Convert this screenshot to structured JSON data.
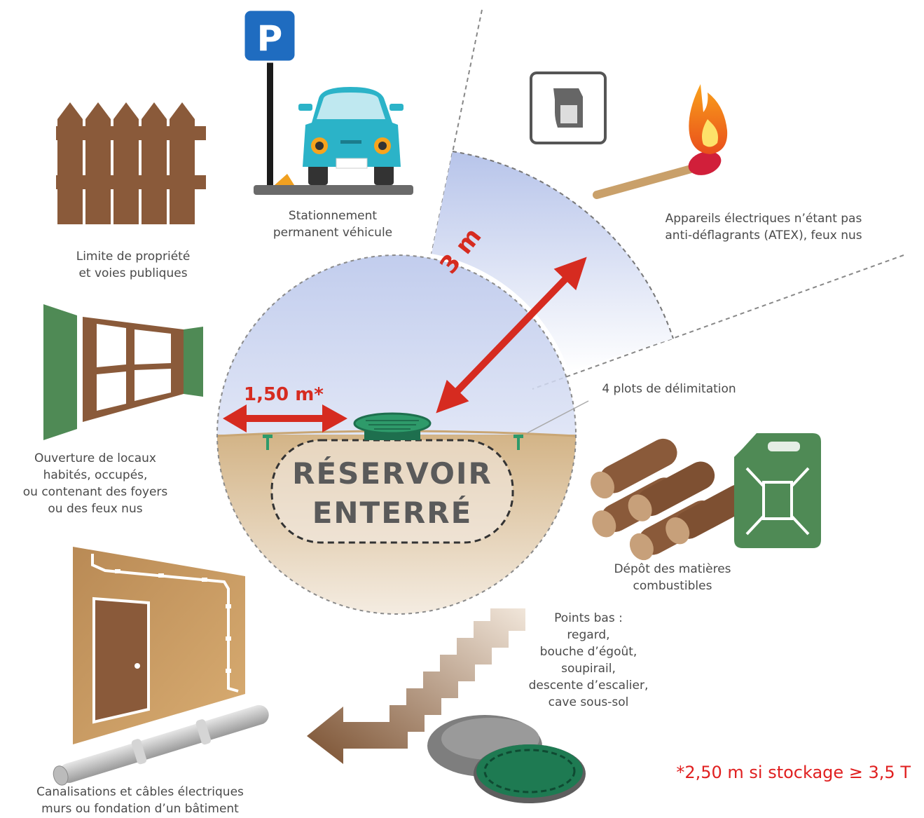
{
  "center": {
    "tank_line1": "RÉSERVOIR",
    "tank_line2": "ENTERRÉ"
  },
  "distances": {
    "small": "1,50 m*",
    "large": "3 m"
  },
  "labels": {
    "parking": [
      "Stationnement",
      "permanent véhicule"
    ],
    "property": [
      "Limite de propriété",
      "et voies publiques"
    ],
    "electrical": [
      "Appareils électriques n’étant pas",
      "anti-déflagrants (ATEX), feux nus"
    ],
    "plots": [
      "4 plots de délimitation"
    ],
    "openings": [
      "Ouverture de locaux",
      "habités, occupés,",
      "ou contenant des foyers",
      "ou des feux nus"
    ],
    "combustibles": [
      "Dépôt des matières",
      "combustibles"
    ],
    "low_points": [
      "Points bas :",
      "regard,",
      "bouche d’égoût,",
      "soupirail,",
      "descente d’escalier,",
      "cave sous-sol"
    ],
    "pipes": [
      "Canalisations et câbles électriques",
      "murs ou fondation d’un bâtiment"
    ]
  },
  "footnote": "*2,50 m si stockage ≥ 3,5 T",
  "colors": {
    "accent_red": "#e02020",
    "tank_green": "#2e9a6a",
    "wood_brown": "#8a5a3a",
    "soil_tan": "#d8b98a",
    "zone_blue": "#bcc8ea"
  }
}
